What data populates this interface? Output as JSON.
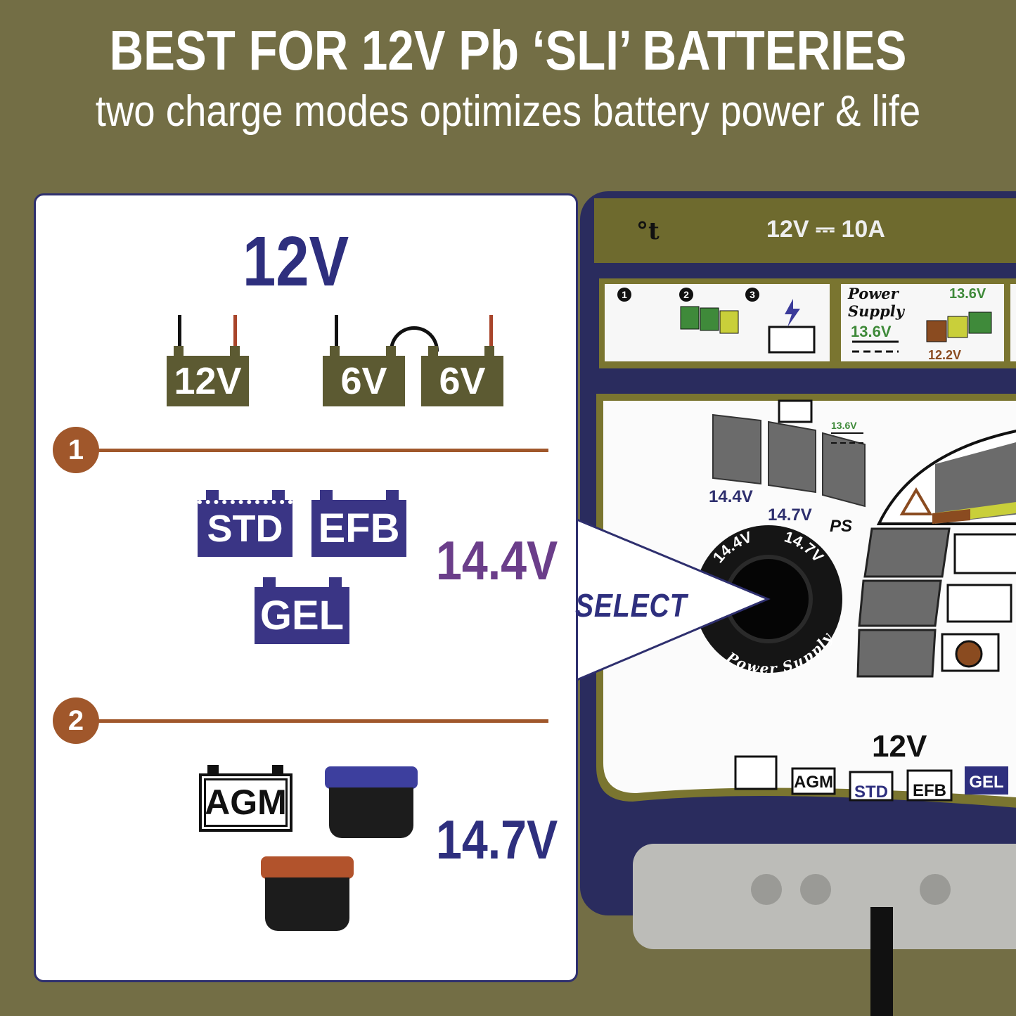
{
  "header": {
    "title": "BEST FOR 12V Pb ‘SLI’ BATTERIES",
    "subtitle": "two charge modes optimizes battery power & life"
  },
  "colors": {
    "background": "#736e45",
    "navy": "#2e2f7e",
    "purple": "#6b3e8a",
    "brown": "#a0572b",
    "olive_battery": "#5c5a32"
  },
  "left_panel": {
    "voltage_heading": "12V",
    "configurations": [
      {
        "label": "12V"
      },
      {
        "label": "6V"
      },
      {
        "label": "6V"
      }
    ],
    "modes": [
      {
        "number": "1",
        "battery_types": [
          "STD",
          "EFB",
          "GEL"
        ],
        "voltage": "14.4V"
      },
      {
        "number": "2",
        "battery_types": [
          "AGM"
        ],
        "voltage": "14.7V"
      }
    ]
  },
  "select_label": "SELECT",
  "device": {
    "rating": "12V ⎓ 10A",
    "temp_icon": "°t",
    "steps": [
      "1",
      "2",
      "3"
    ],
    "power_supply_label": [
      "Power",
      "Supply"
    ],
    "ps_voltage": "13.6V",
    "ps_upper": "13.6V",
    "ps_lower": "12.2V",
    "led_labels": [
      "14.4V",
      "14.7V",
      "PS"
    ],
    "led_ps_voltage": "13.6V",
    "dial_labels": {
      "a": "14.4V",
      "b": "14.7V",
      "c": "Power Supply"
    },
    "bottom_voltage": "12V",
    "bottom_types": [
      "AGM",
      "STD",
      "EFB",
      "GEL"
    ]
  }
}
